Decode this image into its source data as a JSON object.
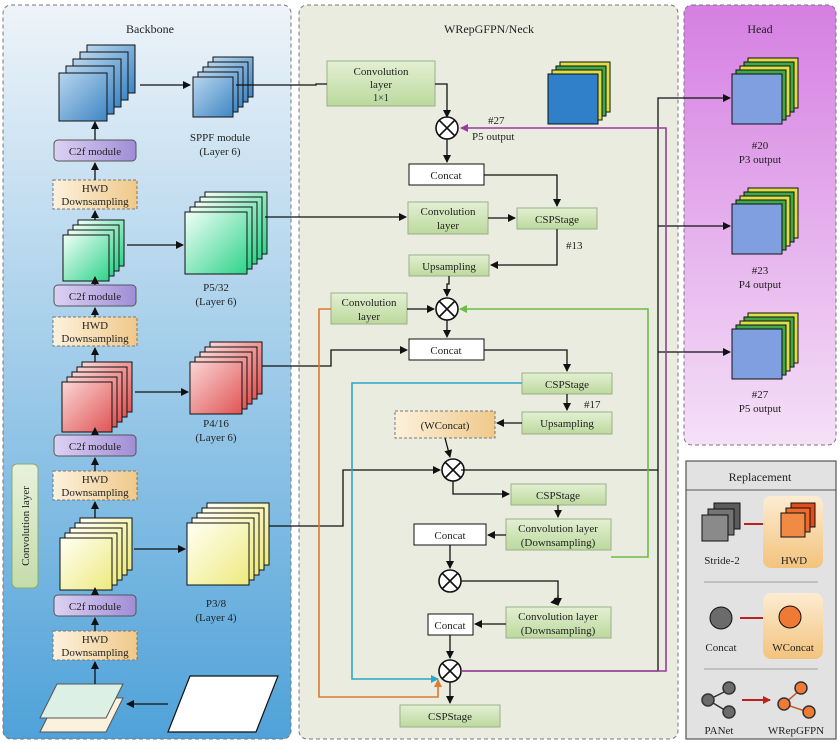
{
  "panels": {
    "backbone": {
      "title": "Backbone"
    },
    "neck": {
      "title": "WRepGFPN/Neck"
    },
    "head": {
      "title": "Head"
    },
    "replacement": {
      "title": "Replacement"
    }
  },
  "backbone": {
    "side_label": "Convolution layer",
    "c2f_label": "C2f module",
    "hwd_line1": "HWD",
    "hwd_line2": "Downsampling",
    "sppf_line1": "SPPF module",
    "sppf_line2": "(Layer 6)",
    "p5_line1": "P5/32",
    "p5_line2": "(Layer 6)",
    "p4_line1": "P4/16",
    "p4_line2": "(Layer 6)",
    "p3_line1": "P3/8",
    "p3_line2": "(Layer 4)"
  },
  "neck": {
    "conv_top_line1": "Convolution",
    "conv_top_line2": "layer",
    "conv_top_line3": "1×1",
    "tag_27": "#27",
    "p5_output": "P5 output",
    "concat": "Concat",
    "conv_line1": "Convolution",
    "conv_line2": "layer",
    "cspstage": "CSPStage",
    "tag_13": "#13",
    "tag_17": "#17",
    "upsampling": "Upsampling",
    "wconcat": "(WConcat)",
    "conv_down_line1": "Convolution layer",
    "conv_down_line2": "(Downsampling)"
  },
  "head": {
    "out1_tag": "#20",
    "out1_label": "P3 output",
    "out2_tag": "#23",
    "out2_label": "P4 output",
    "out3_tag": "#27",
    "out3_label": "P5 output"
  },
  "replacement": {
    "stride2": "Stride-2",
    "hwd": "HWD",
    "concat": "Concat",
    "wconcat": "WConcat",
    "panet": "PANet",
    "wrepgfpn": "WRepGFPN"
  },
  "colors": {
    "backbone_bg_top": "#e6eff7",
    "backbone_bg_bottom": "#5aa6d8",
    "neck_bg": "#e9ecdf",
    "head_bg_top": "#d27be0",
    "head_bg_bottom": "#f3dcf6",
    "green_box": "#cfe3b5",
    "hwd_box": "#f3d9a8",
    "c2f_box": "#b9a7e0",
    "purple_line": "#9b3aa0",
    "orange_line": "#e07a30",
    "blue_line": "#2aa7c9",
    "green_line": "#6cbc46",
    "red_arrow": "#c0201a"
  }
}
